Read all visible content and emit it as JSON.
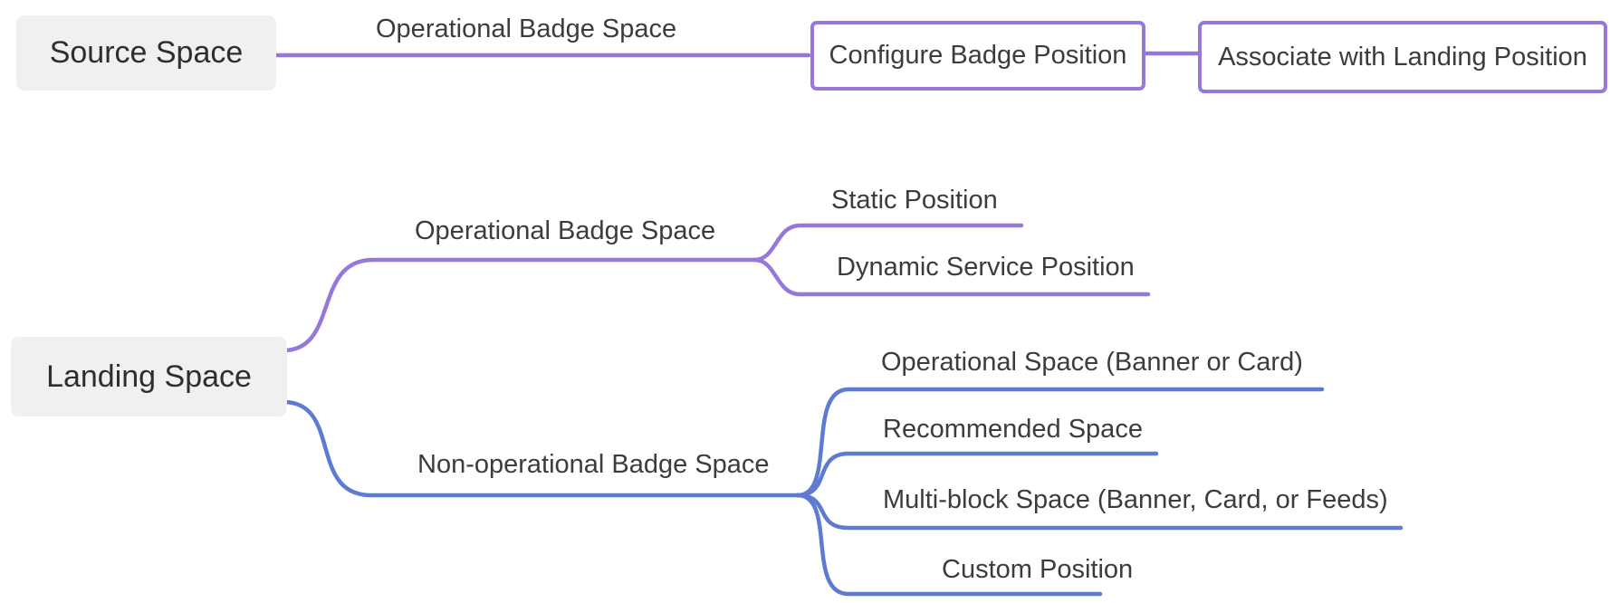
{
  "colors": {
    "purple_branch": "#9678d9",
    "blue_branch": "#5f7ad2",
    "root_node_background": "#f0f0f1",
    "text": "#3c3c3c"
  },
  "source_tree": {
    "root_label": "Source Space",
    "edge_label": "Operational Badge Space",
    "step_1": "Configure Badge Position",
    "step_2": "Associate with Landing Position"
  },
  "landing_tree": {
    "root_label": "Landing Space",
    "branches": [
      {
        "label": "Operational Badge Space",
        "children": [
          "Static Position",
          "Dynamic Service Position"
        ]
      },
      {
        "label": "Non-operational Badge Space",
        "children": [
          "Operational Space (Banner or Card)",
          "Recommended Space",
          "Multi-block Space (Banner, Card, or Feeds)",
          "Custom Position"
        ]
      }
    ]
  }
}
